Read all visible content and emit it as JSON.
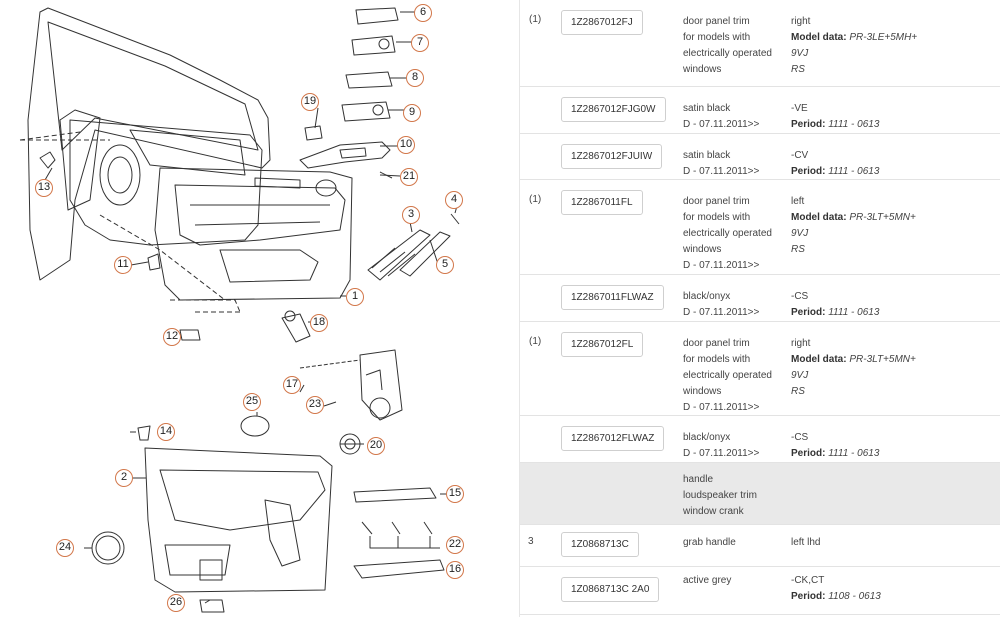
{
  "diagram": {
    "callouts": [
      "1",
      "2",
      "3",
      "4",
      "5",
      "6",
      "7",
      "8",
      "9",
      "10",
      "11",
      "12",
      "13",
      "14",
      "15",
      "16",
      "17",
      "18",
      "19",
      "20",
      "21",
      "22",
      "23",
      "24",
      "25",
      "26"
    ]
  },
  "parts": [
    {
      "pos": "(1)",
      "part": "1Z2867012FJ",
      "desc": [
        "door panel trim",
        "for models with",
        "electrically operated",
        "windows"
      ],
      "note": [
        {
          "t": "right"
        },
        {
          "label": "Model data:",
          "value": "PR-3LE+5MH+"
        },
        {
          "t": "9VJ",
          "italic": true
        },
        {
          "t": "RS",
          "italic": true
        }
      ]
    },
    {
      "pos": "",
      "part": "1Z2867012FJG0W",
      "desc": [
        "satin black",
        "D - 07.11.2011>>"
      ],
      "note": [
        {
          "t": "-VE"
        },
        {
          "label": "Period:",
          "value": "1111 - 0613"
        }
      ]
    },
    {
      "pos": "",
      "part": "1Z2867012FJUIW",
      "desc": [
        "satin black",
        "D - 07.11.2011>>"
      ],
      "note": [
        {
          "t": "-CV"
        },
        {
          "label": "Period:",
          "value": "1111 - 0613"
        }
      ]
    },
    {
      "pos": "(1)",
      "part": "1Z2867011FL",
      "desc": [
        "door panel trim",
        "for models with",
        "electrically operated",
        "windows",
        "D - 07.11.2011>>"
      ],
      "note": [
        {
          "t": "left"
        },
        {
          "label": "Model data:",
          "value": "PR-3LT+5MN+"
        },
        {
          "t": "9VJ",
          "italic": true
        },
        {
          "t": "RS",
          "italic": true
        }
      ]
    },
    {
      "pos": "",
      "part": "1Z2867011FLWAZ",
      "desc": [
        "black/onyx",
        "D - 07.11.2011>>"
      ],
      "note": [
        {
          "t": "-CS"
        },
        {
          "label": "Period:",
          "value": "1111 - 0613"
        }
      ]
    },
    {
      "pos": "(1)",
      "part": "1Z2867012FL",
      "desc": [
        "door panel trim",
        "for models with",
        "electrically operated",
        "windows",
        "D - 07.11.2011>>"
      ],
      "note": [
        {
          "t": "right"
        },
        {
          "label": "Model data:",
          "value": "PR-3LT+5MN+"
        },
        {
          "t": "9VJ",
          "italic": true
        },
        {
          "t": "RS",
          "italic": true
        }
      ]
    },
    {
      "pos": "",
      "part": "1Z2867012FLWAZ",
      "desc": [
        "black/onyx",
        "D - 07.11.2011>>"
      ],
      "note": [
        {
          "t": "-CS"
        },
        {
          "label": "Period:",
          "value": "1111 - 0613"
        }
      ]
    },
    {
      "pos": "",
      "part": "",
      "group": true,
      "desc": [
        "handle",
        "loudspeaker trim",
        "window crank"
      ],
      "note": []
    },
    {
      "pos": "3",
      "part": "1Z0868713C",
      "desc": [
        "grab handle"
      ],
      "note": [
        {
          "t": "left lhd"
        }
      ]
    },
    {
      "pos": "",
      "part": "1Z0868713C 2A0",
      "desc": [
        "active grey"
      ],
      "note": [
        {
          "t": "-CK,CT"
        },
        {
          "label": "Period:",
          "value": "1108 - 0613"
        }
      ]
    }
  ]
}
